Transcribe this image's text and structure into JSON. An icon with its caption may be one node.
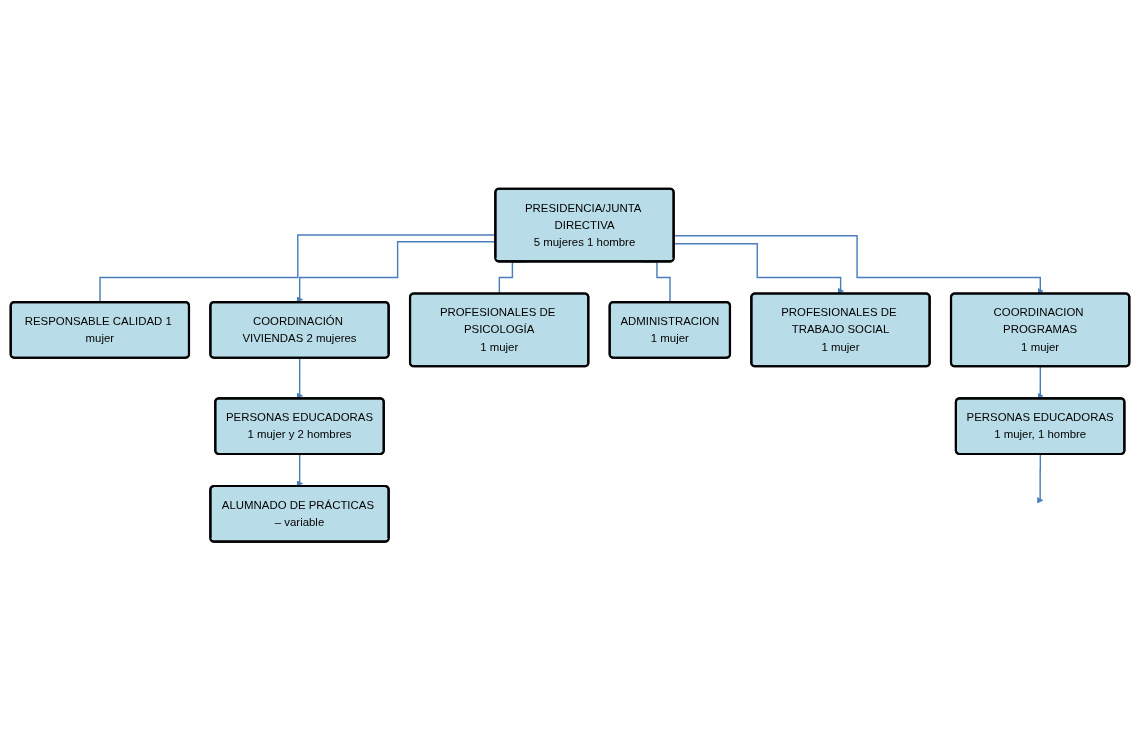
{
  "diagram": {
    "nodes": [
      {
        "text": [
          "PRESIDENCIA/JUNTA DIRECTIVA",
          "5 mujeres 1 hombre"
        ]
      },
      {
        "text": [
          "RESPONSABLE CALIDAD 1 mujer"
        ]
      },
      {
        "text": [
          "COORDINACIÓN VIVIENDAS 2 mujeres"
        ]
      },
      {
        "text": [
          "PROFESIONALES DE PSICOLOGÍA",
          "1 mujer"
        ]
      },
      {
        "text": [
          "ADMINISTRACION",
          "1 mujer"
        ]
      },
      {
        "text": [
          "PROFESIONALES DE TRABAJO SOCIAL",
          "1 mujer"
        ]
      },
      {
        "text": [
          "COORDINACION PROGRAMAS",
          "1 mujer"
        ]
      },
      {
        "text": [
          "PERSONAS EDUCADORAS",
          "1 mujer y 2 hombres"
        ]
      },
      {
        "text": [
          "ALUMNADO DE PRÁCTICAS – variable"
        ]
      },
      {
        "text": [
          "PERSONAS EDUCADORAS",
          "1 mujer, 1 hombre"
        ]
      }
    ],
    "edges": [
      {
        "from": 0,
        "to": 1,
        "arrow": "none"
      },
      {
        "from": 0,
        "to": 2,
        "arrow": "to"
      },
      {
        "from": 0,
        "to": 3,
        "arrow": "none"
      },
      {
        "from": 0,
        "to": 4,
        "arrow": "none"
      },
      {
        "from": 0,
        "to": 5,
        "arrow": "to"
      },
      {
        "from": 0,
        "to": 6,
        "arrow": "to"
      },
      {
        "from": 2,
        "to": 7,
        "arrow": "to"
      },
      {
        "from": 7,
        "to": 8,
        "arrow": "to"
      },
      {
        "from": 6,
        "to": 9,
        "arrow": "to"
      },
      {
        "from": 9,
        "to": null,
        "arrow": "to"
      }
    ]
  }
}
